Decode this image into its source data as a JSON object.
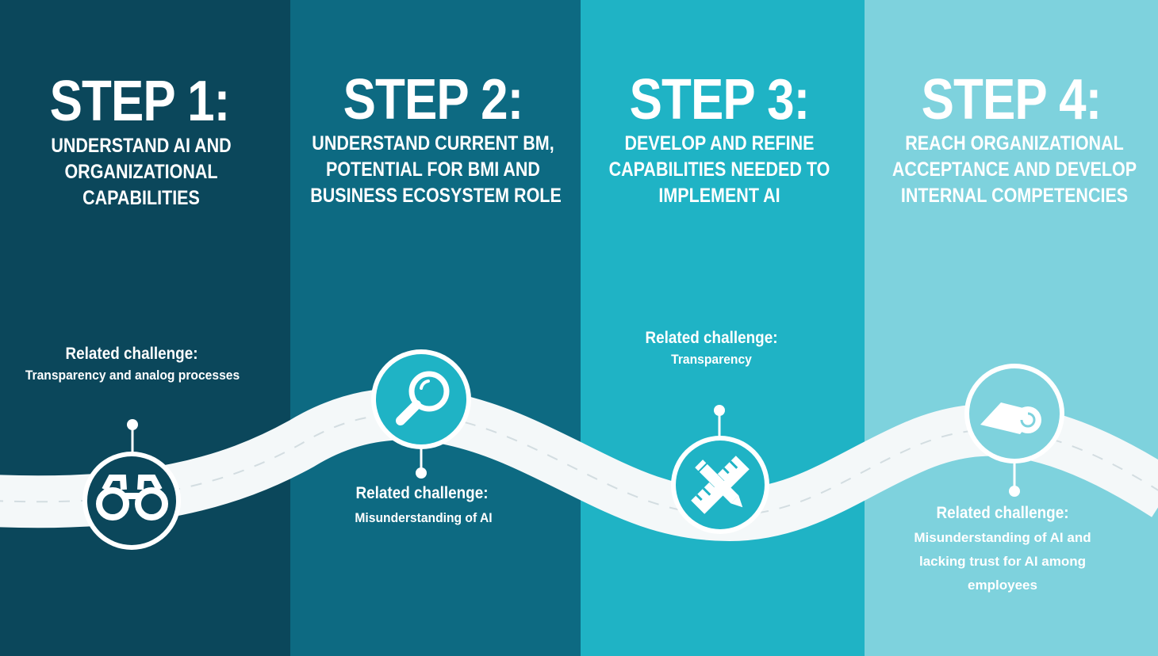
{
  "colors": {
    "step1": "#0b475b",
    "step2": "#0d6a82",
    "step3": "#1fb3c5",
    "step4": "#7ed2dd",
    "road": "#f4f8f9"
  },
  "steps": [
    {
      "title": "STEP 1:",
      "subtitle": [
        "UNDERSTAND AI AND",
        "ORGANIZATIONAL",
        "CAPABILITIES"
      ],
      "challenge_heading": "Related challenge:",
      "challenge_text": [
        "Transparency and analog processes"
      ],
      "icon": "binoculars-icon"
    },
    {
      "title": "STEP 2:",
      "subtitle": [
        "UNDERSTAND CURRENT BM,",
        "POTENTIAL FOR BMI AND",
        "BUSINESS ECOSYSTEM ROLE"
      ],
      "challenge_heading": "Related challenge:",
      "challenge_text": [
        "Misunderstanding of AI"
      ],
      "icon": "magnifier-icon"
    },
    {
      "title": "STEP 3:",
      "subtitle": [
        "DEVELOP AND REFINE",
        "CAPABILITIES NEEDED TO",
        "IMPLEMENT AI"
      ],
      "challenge_heading": "Related challenge:",
      "challenge_text": [
        "Transparency"
      ],
      "icon": "pencil-ruler-icon"
    },
    {
      "title": "STEP 4:",
      "subtitle": [
        "REACH ORGANIZATIONAL",
        "ACCEPTANCE AND DEVELOP",
        "INTERNAL COMPETENCIES"
      ],
      "challenge_heading": "Related challenge:",
      "challenge_text": [
        "Misunderstanding of AI and",
        "lacking trust for AI among",
        "employees"
      ],
      "icon": "scroll-icon"
    }
  ]
}
